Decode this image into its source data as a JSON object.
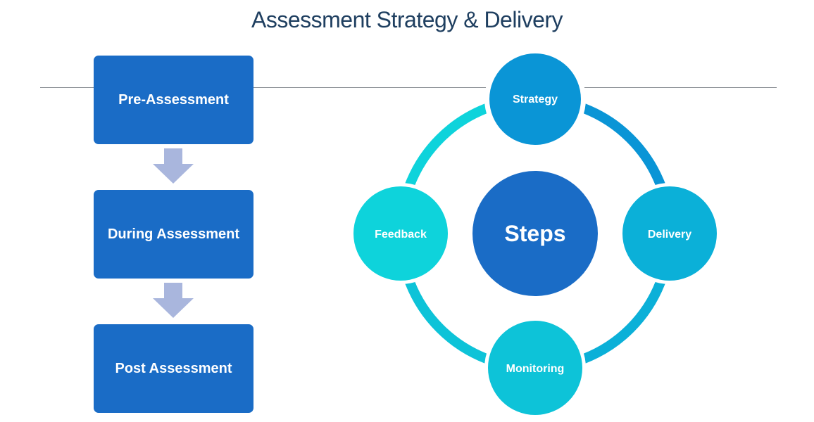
{
  "title": "Assessment Strategy  & Delivery",
  "flow": {
    "steps": [
      {
        "label": "Pre-Assessment"
      },
      {
        "label": "During Assessment"
      },
      {
        "label": "Post Assessment"
      }
    ]
  },
  "cycle": {
    "center": "Steps",
    "nodes": [
      {
        "label": "Strategy"
      },
      {
        "label": "Delivery"
      },
      {
        "label": "Monitoring"
      },
      {
        "label": "Feedback"
      }
    ]
  },
  "colors": {
    "box": "#1a6cc6",
    "arrow": "#a9b6dd",
    "center": "#1a6cc6",
    "strategy": "#0a95d6",
    "delivery": "#0bb0d8",
    "monitoring": "#0dc3d8",
    "feedback": "#0ed3db"
  }
}
